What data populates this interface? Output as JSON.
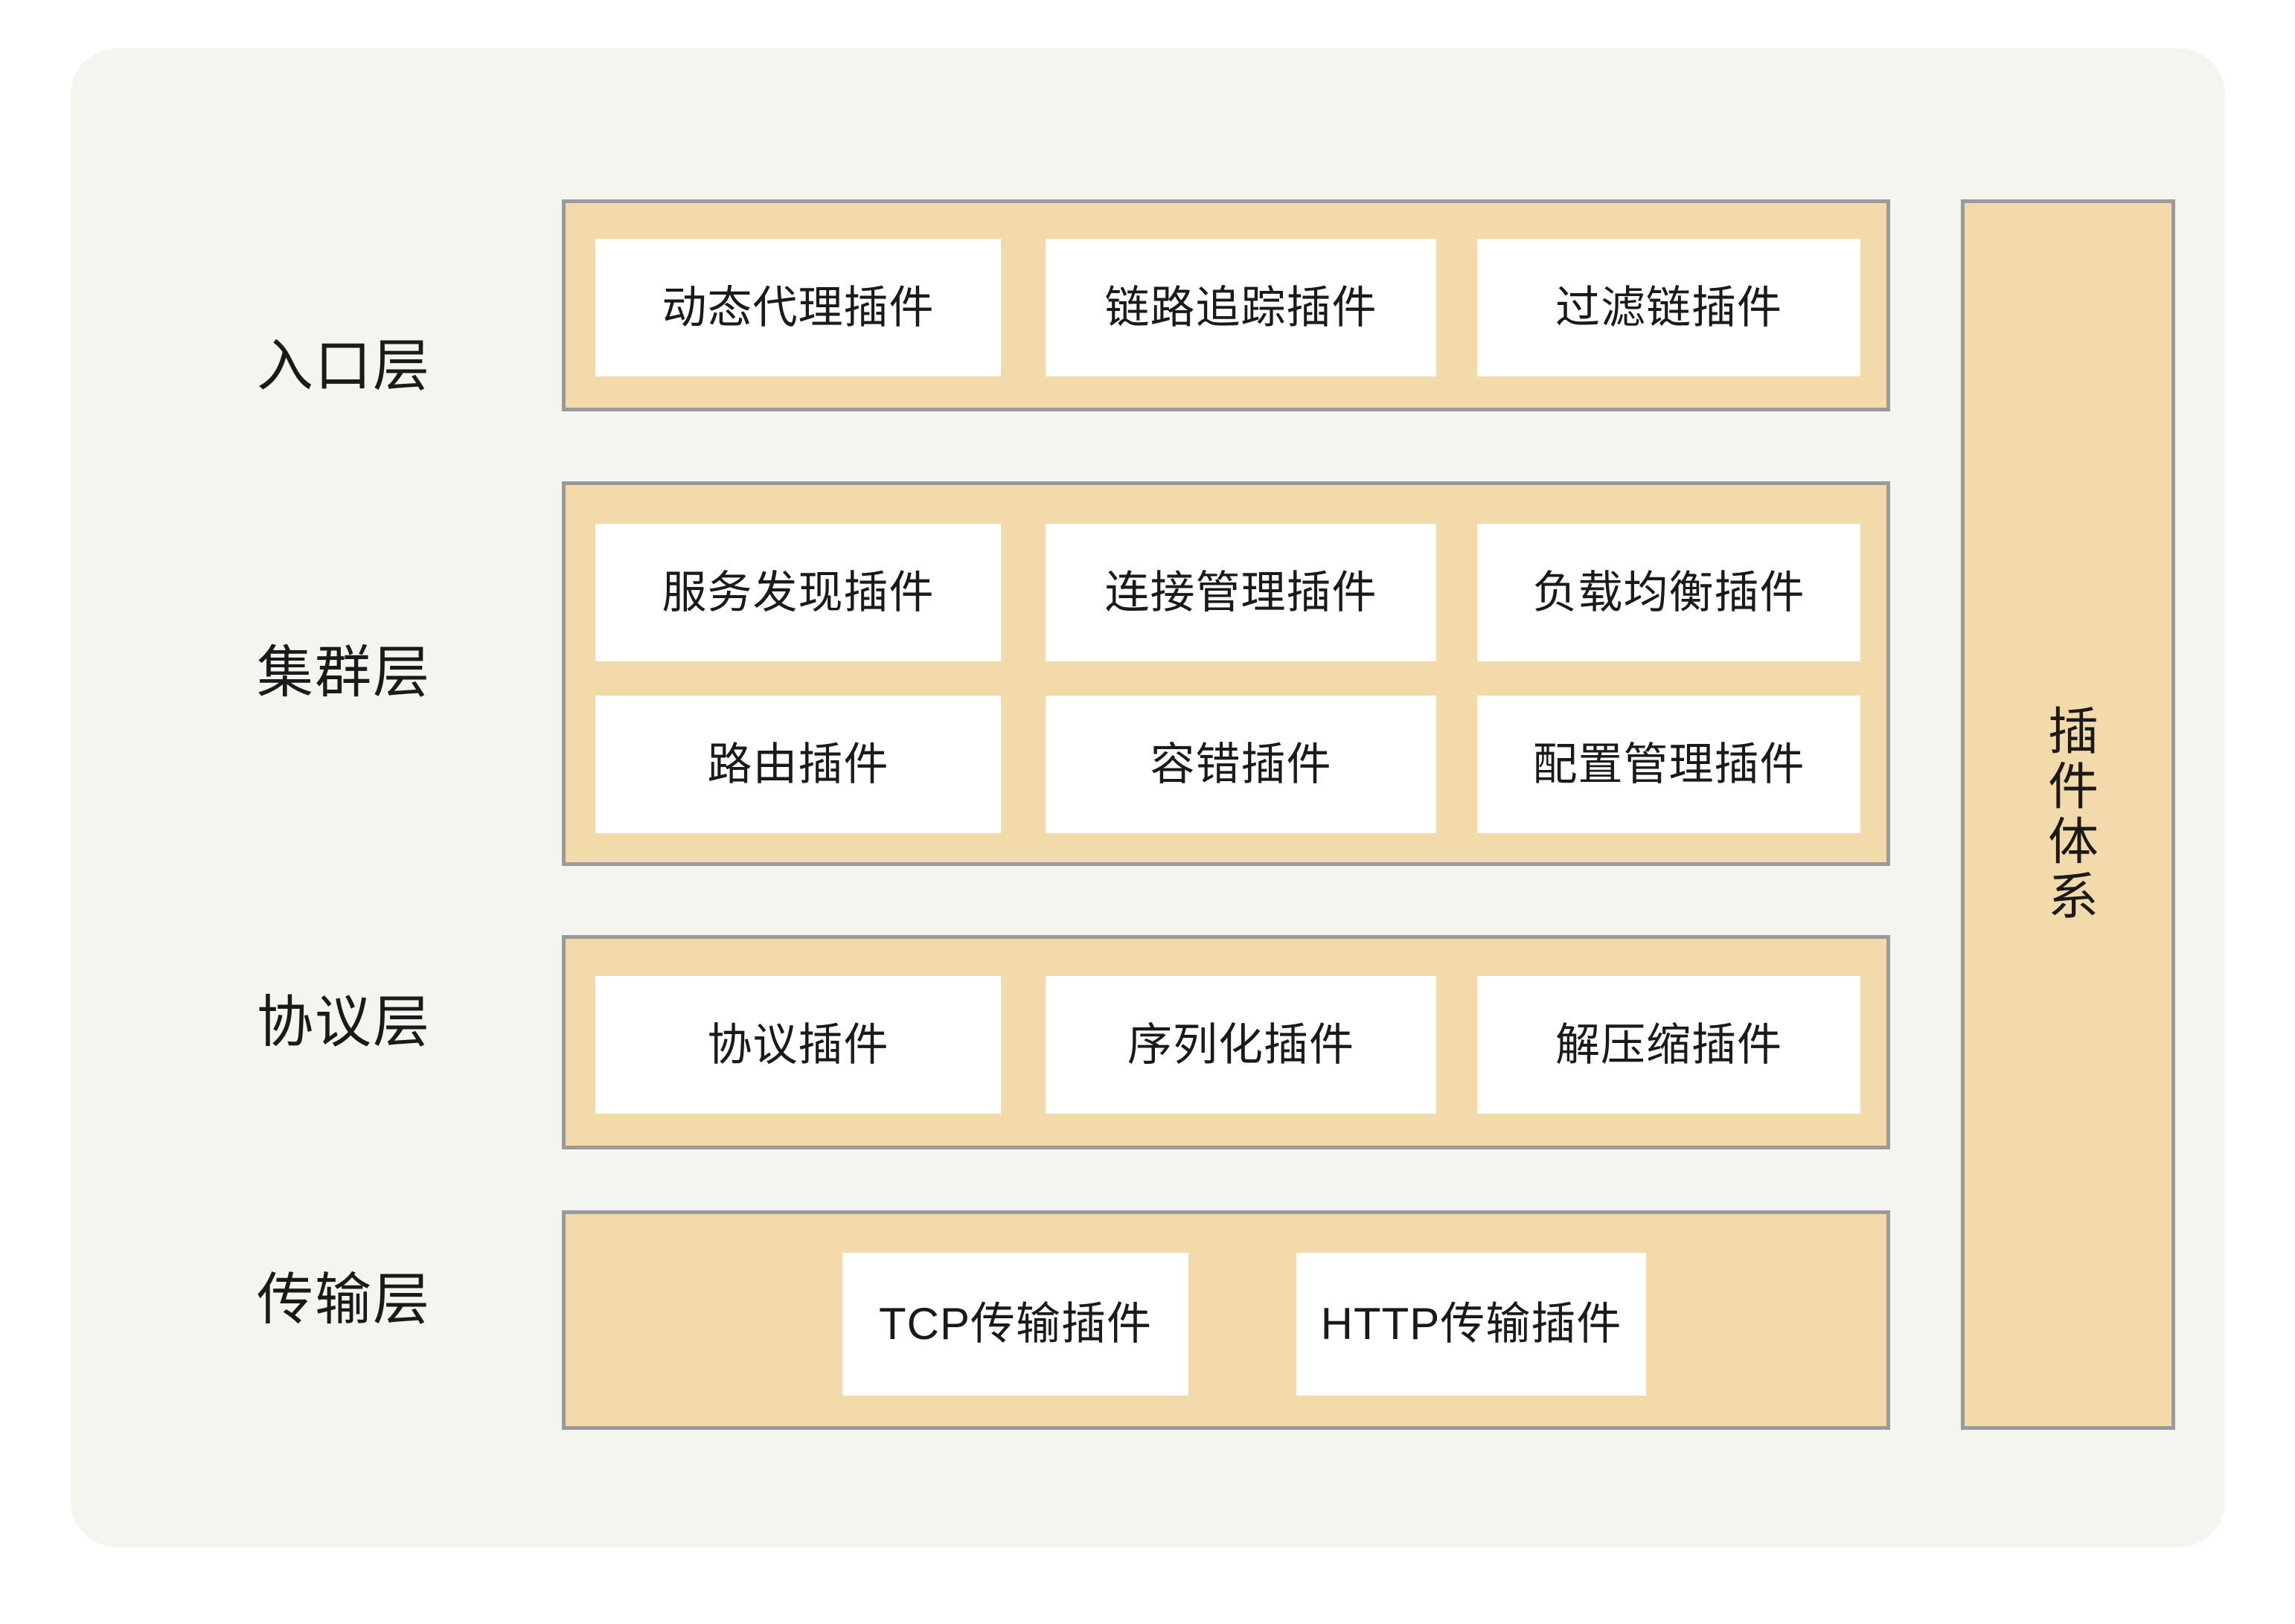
{
  "diagram": {
    "title_sidebar": "插件体系",
    "colors": {
      "card_background": "#F5F5F0",
      "band_fill": "#F2DAAB",
      "band_border": "#9A9A9A",
      "box_fill": "#FFFFFF",
      "text": "#1A1A1A"
    },
    "layers": [
      {
        "name": "entry",
        "label": "入口层",
        "rows": [
          {
            "plugins": [
              "动态代理插件",
              "链路追踪插件",
              "过滤链插件"
            ]
          }
        ]
      },
      {
        "name": "cluster",
        "label": "集群层",
        "rows": [
          {
            "plugins": [
              "服务发现插件",
              "连接管理插件",
              "负载均衡插件"
            ]
          },
          {
            "plugins": [
              "路由插件",
              "容错插件",
              "配置管理插件"
            ]
          }
        ]
      },
      {
        "name": "protocol",
        "label": "协议层",
        "rows": [
          {
            "plugins": [
              "协议插件",
              "序列化插件",
              "解压缩插件"
            ]
          }
        ]
      },
      {
        "name": "transport",
        "label": "传输层",
        "rows": [
          {
            "plugins": [
              "TCP传输插件",
              "HTTP传输插件"
            ]
          }
        ]
      }
    ]
  }
}
